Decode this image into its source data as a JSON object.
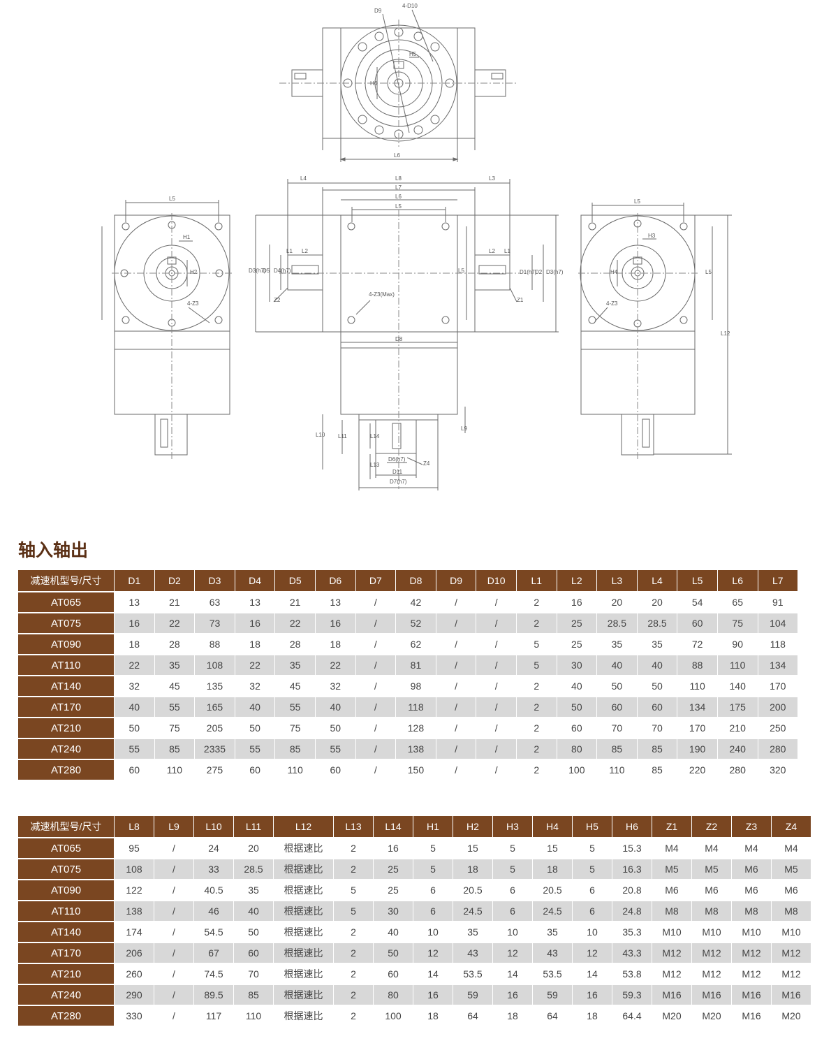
{
  "drawing": {
    "labels": {
      "d9": "D9",
      "d10": "4-D10",
      "h5": "H5",
      "h6": "H6",
      "l6": "L6",
      "l5": "L5",
      "h1": "H1",
      "h2": "H2",
      "z3": "4-Z3",
      "l4": "L4",
      "l8": "L8",
      "l7": "L7",
      "l3": "L3",
      "l1": "L1",
      "l2": "L2",
      "d4": "D4(h7)",
      "d5": "D5",
      "d3": "D3(h7)",
      "z2": "Z2",
      "z3mid": "4-Z3(Max)",
      "l5v": "L5",
      "d1": "D1(h7)",
      "d2": "D2",
      "z1": "Z1",
      "d8": "D8",
      "h3": "H3",
      "h4": "H4",
      "l12": "L12",
      "l10": "L10",
      "l11": "L11",
      "l14": "L14",
      "l13": "L13",
      "l9": "L9",
      "d6": "D6(h7)",
      "d11": "D11",
      "d7": "D7(h7)",
      "z4": "Z4"
    }
  },
  "heading": "轴入轴出",
  "table1": {
    "headers": [
      "减速机型号/尺寸",
      "D1",
      "D2",
      "D3",
      "D4",
      "D5",
      "D6",
      "D7",
      "D8",
      "D9",
      "D10",
      "L1",
      "L2",
      "L3",
      "L4",
      "L5",
      "L6",
      "L7"
    ],
    "rows": [
      [
        "AT065",
        "13",
        "21",
        "63",
        "13",
        "21",
        "13",
        "/",
        "42",
        "/",
        "/",
        "2",
        "16",
        "20",
        "20",
        "54",
        "65",
        "91"
      ],
      [
        "AT075",
        "16",
        "22",
        "73",
        "16",
        "22",
        "16",
        "/",
        "52",
        "/",
        "/",
        "2",
        "25",
        "28.5",
        "28.5",
        "60",
        "75",
        "104"
      ],
      [
        "AT090",
        "18",
        "28",
        "88",
        "18",
        "28",
        "18",
        "/",
        "62",
        "/",
        "/",
        "5",
        "25",
        "35",
        "35",
        "72",
        "90",
        "118"
      ],
      [
        "AT110",
        "22",
        "35",
        "108",
        "22",
        "35",
        "22",
        "/",
        "81",
        "/",
        "/",
        "5",
        "30",
        "40",
        "40",
        "88",
        "110",
        "134"
      ],
      [
        "AT140",
        "32",
        "45",
        "135",
        "32",
        "45",
        "32",
        "/",
        "98",
        "/",
        "/",
        "2",
        "40",
        "50",
        "50",
        "110",
        "140",
        "170"
      ],
      [
        "AT170",
        "40",
        "55",
        "165",
        "40",
        "55",
        "40",
        "/",
        "118",
        "/",
        "/",
        "2",
        "50",
        "60",
        "60",
        "134",
        "175",
        "200"
      ],
      [
        "AT210",
        "50",
        "75",
        "205",
        "50",
        "75",
        "50",
        "/",
        "128",
        "/",
        "/",
        "2",
        "60",
        "70",
        "70",
        "170",
        "210",
        "250"
      ],
      [
        "AT240",
        "55",
        "85",
        "2335",
        "55",
        "85",
        "55",
        "/",
        "138",
        "/",
        "/",
        "2",
        "80",
        "85",
        "85",
        "190",
        "240",
        "280"
      ],
      [
        "AT280",
        "60",
        "110",
        "275",
        "60",
        "110",
        "60",
        "/",
        "150",
        "/",
        "/",
        "2",
        "100",
        "110",
        "85",
        "220",
        "280",
        "320"
      ]
    ]
  },
  "table2": {
    "headers": [
      "减速机型号/尺寸",
      "L8",
      "L9",
      "L10",
      "L11",
      "L12",
      "L13",
      "L14",
      "H1",
      "H2",
      "H3",
      "H4",
      "H5",
      "H6",
      "Z1",
      "Z2",
      "Z3",
      "Z4"
    ],
    "rows": [
      [
        "AT065",
        "95",
        "/",
        "24",
        "20",
        "根据速比",
        "2",
        "16",
        "5",
        "15",
        "5",
        "15",
        "5",
        "15.3",
        "M4",
        "M4",
        "M4",
        "M4"
      ],
      [
        "AT075",
        "108",
        "/",
        "33",
        "28.5",
        "根据速比",
        "2",
        "25",
        "5",
        "18",
        "5",
        "18",
        "5",
        "16.3",
        "M5",
        "M5",
        "M6",
        "M5"
      ],
      [
        "AT090",
        "122",
        "/",
        "40.5",
        "35",
        "根据速比",
        "5",
        "25",
        "6",
        "20.5",
        "6",
        "20.5",
        "6",
        "20.8",
        "M6",
        "M6",
        "M6",
        "M6"
      ],
      [
        "AT110",
        "138",
        "/",
        "46",
        "40",
        "根据速比",
        "5",
        "30",
        "6",
        "24.5",
        "6",
        "24.5",
        "6",
        "24.8",
        "M8",
        "M8",
        "M8",
        "M8"
      ],
      [
        "AT140",
        "174",
        "/",
        "54.5",
        "50",
        "根据速比",
        "2",
        "40",
        "10",
        "35",
        "10",
        "35",
        "10",
        "35.3",
        "M10",
        "M10",
        "M10",
        "M10"
      ],
      [
        "AT170",
        "206",
        "/",
        "67",
        "60",
        "根据速比",
        "2",
        "50",
        "12",
        "43",
        "12",
        "43",
        "12",
        "43.3",
        "M12",
        "M12",
        "M12",
        "M12"
      ],
      [
        "AT210",
        "260",
        "/",
        "74.5",
        "70",
        "根据速比",
        "2",
        "60",
        "14",
        "53.5",
        "14",
        "53.5",
        "14",
        "53.8",
        "M12",
        "M12",
        "M12",
        "M12"
      ],
      [
        "AT240",
        "290",
        "/",
        "89.5",
        "85",
        "根据速比",
        "2",
        "80",
        "16",
        "59",
        "16",
        "59",
        "16",
        "59.3",
        "M16",
        "M16",
        "M16",
        "M16"
      ],
      [
        "AT280",
        "330",
        "/",
        "117",
        "110",
        "根据速比",
        "2",
        "100",
        "18",
        "64",
        "18",
        "64",
        "18",
        "64.4",
        "M20",
        "M20",
        "M16",
        "M20"
      ]
    ]
  }
}
